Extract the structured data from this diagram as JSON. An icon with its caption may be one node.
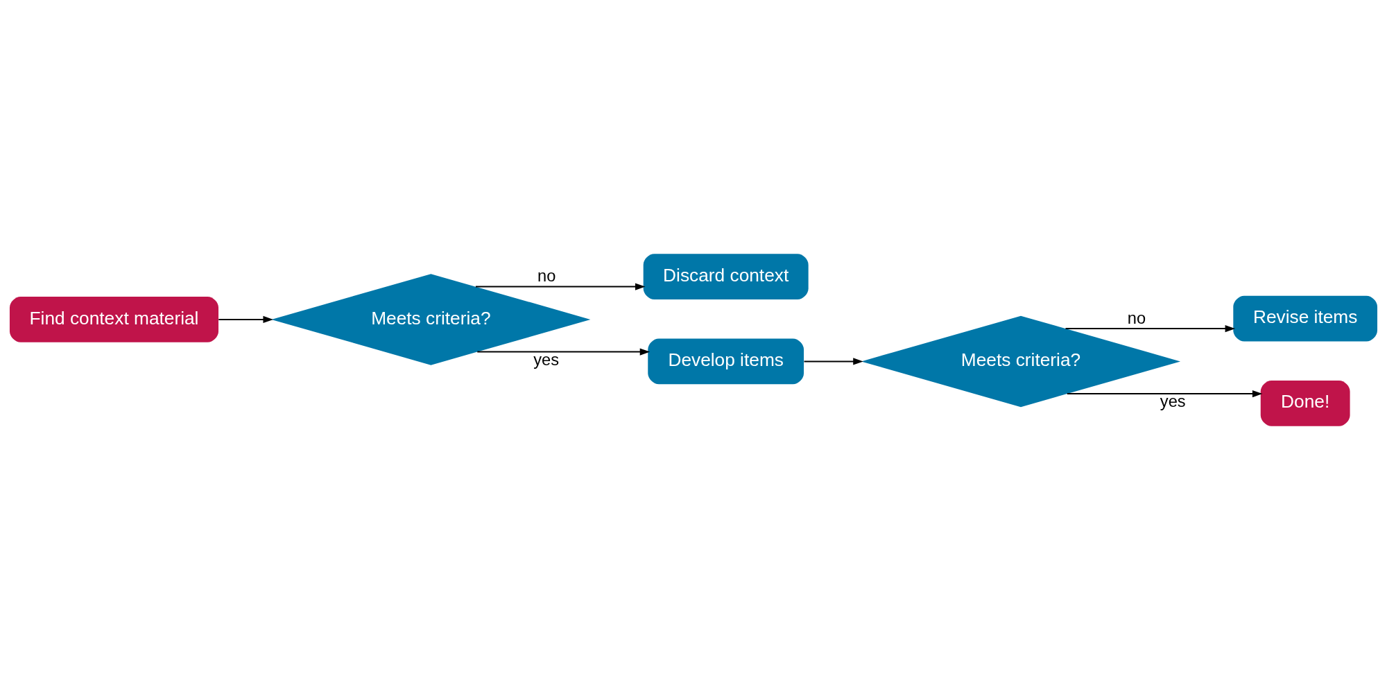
{
  "diagram": {
    "nodes": [
      {
        "text": [
          "Find context material"
        ]
      },
      {
        "text": [
          "Meets criteria?"
        ]
      },
      {
        "text": [
          "Discard context"
        ]
      },
      {
        "text": [
          "Develop items"
        ]
      },
      {
        "text": [
          "Meets criteria?"
        ]
      },
      {
        "text": [
          "Revise items"
        ]
      },
      {
        "text": [
          "Done!"
        ]
      }
    ],
    "edges": [
      {
        "from": 0,
        "to": 1,
        "arrow": "to"
      },
      {
        "from": 1,
        "to": 2,
        "arrow": "to",
        "label": "no"
      },
      {
        "from": 1,
        "to": 3,
        "arrow": "to",
        "label": "yes"
      },
      {
        "from": 3,
        "to": 4,
        "arrow": "to"
      },
      {
        "from": 4,
        "to": 5,
        "arrow": "to",
        "label": "no"
      },
      {
        "from": 4,
        "to": 6,
        "arrow": "to",
        "label": "yes"
      }
    ]
  }
}
